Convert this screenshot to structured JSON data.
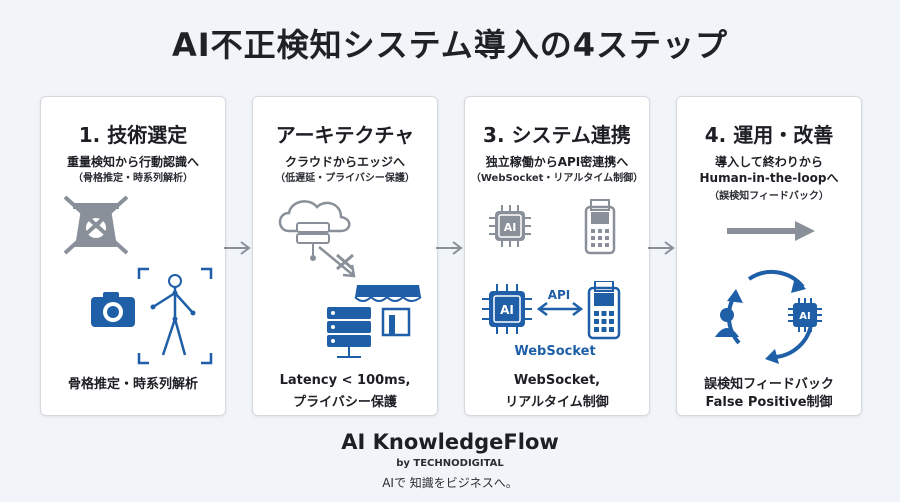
{
  "title": "AI不正検知システム導入の4ステップ",
  "steps": [
    {
      "heading": "1. 技術選定",
      "sub1": "重量検知から行動認識へ",
      "sub2": "（骨格推定・時系列解析）",
      "foot1": "骨格推定・時系列解析",
      "foot2": ""
    },
    {
      "heading": "アーキテクチャ",
      "sub1": "クラウドからエッジへ",
      "sub2": "（低遅延・プライバシー保護）",
      "foot1": "Latency < 100ms,",
      "foot2": "プライバシー保護"
    },
    {
      "heading": "3. システム連携",
      "sub1": "独立稼働からAPI密連携へ",
      "sub2": "（WebSocket・リアルタイム制御）",
      "foot1": "WebSocket,",
      "foot2": "リアルタイム制御",
      "icon_labels": {
        "ai": "AI",
        "api": "API",
        "websocket": "WebSocket"
      }
    },
    {
      "heading": "4. 運用・改善",
      "sub1": "導入して終わりから",
      "sub2": "Human-in-the-loopへ",
      "sub3": "（誤検知フィードバック）",
      "foot1": "誤検知フィードバック",
      "foot2": "False Positive制御",
      "icon_labels": {
        "ai": "AI"
      }
    }
  ],
  "brand": "AI KnowledgeFlow",
  "by": "by TECHNODIGITAL",
  "tagline": "AIで 知識をビジネスへ。",
  "colors": {
    "accent": "#1f5fa8",
    "grey": "#8a9099",
    "background": "#f1f4f8"
  }
}
